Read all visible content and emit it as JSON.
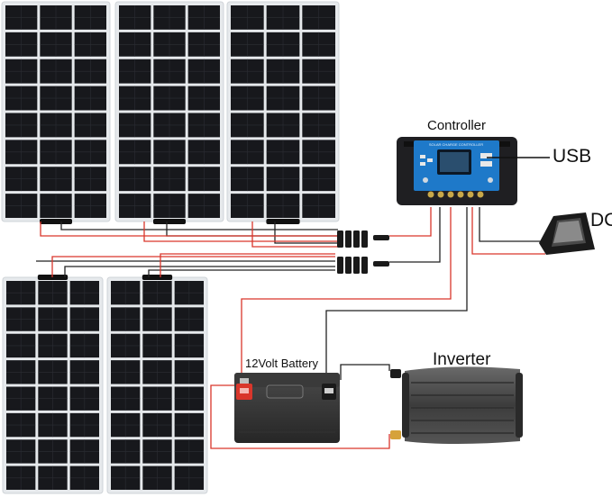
{
  "labels": {
    "controller": "Controller",
    "usb": "USB",
    "dc": "DC",
    "battery": "12Volt Battery",
    "inverter": "Inverter"
  },
  "controller_brand": "SOLAR CHARGE CONTROLLER",
  "panels": {
    "count": 5,
    "rows_per_panel": 8,
    "cols_per_panel": 3
  },
  "colors": {
    "wire_red": "#d9362b",
    "wire_black": "#222222",
    "cell": "#17181c",
    "panel_frame": "#e6e9ec",
    "controller_blue": "#1e79c9",
    "inverter_body": "#4a4a4a"
  }
}
